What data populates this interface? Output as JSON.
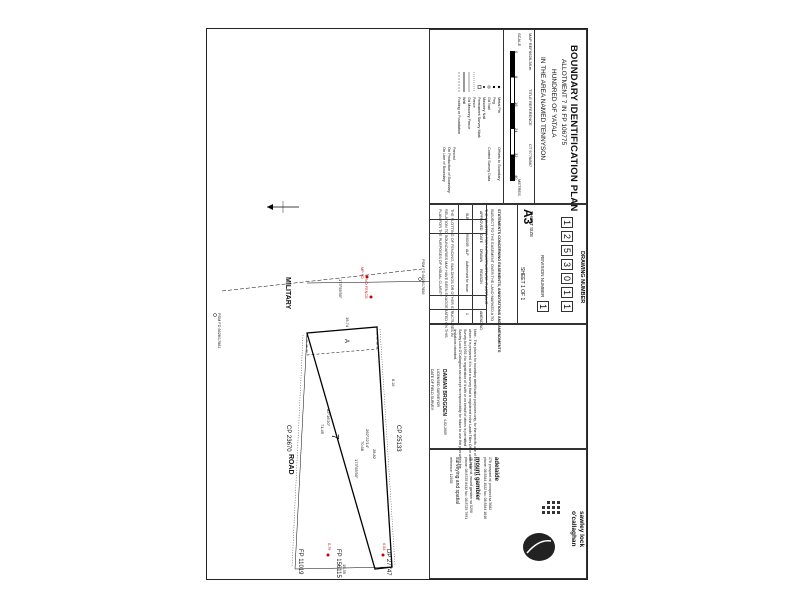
{
  "title": {
    "main": "BOUNDARY IDENTIFICATION PLAN",
    "allotment": "ALLOTMENT 7 IN FP 106775",
    "hundred": "HUNDRED OF YATALA",
    "area": "IN THE AREA NAMED TENNYSON"
  },
  "scale": {
    "map_ref_label": "MAP REF",
    "map_ref": "6628-38-m",
    "title_ref_label": "TITLE REFERENCE",
    "title_ref": "CT 5776/887",
    "scale_label": "SCALE",
    "metres_label": "METRES",
    "ticks": [
      "0",
      "8",
      "16",
      "24",
      "32",
      "40"
    ]
  },
  "legend": [
    "Metal Pin",
    "Peg",
    "Gd Nail",
    "Masonry Nail",
    "Permanent Survey Mark",
    "Fence",
    "Gd Masonry Fence",
    "Wall",
    "Footing or Foundation",
    "Offsets to Boundary",
    "Control Survey Data",
    "Fenced",
    "On Production of Boundary",
    "On Line of Boundary"
  ],
  "statement": {
    "heading": "STATEMENTS CONCERNING EASEMENTS, ANNOTATIONS AND AMENDMENTS",
    "line1": "SUBJECT TO THE EASEMENT OVER THE LAND MARKED A TO",
    "line2": "THE MINISTER FOR INFRASTRUCTURE IT ASTRALIS",
    "plotting1": "THE PLOTTING OF FENCING, BUILDINGS OR OTHER STRUCTURES IN",
    "plotting2": "RELATION TO BOUNDARIES MAY HAVE BEEN EXAGGERATED ON THIS",
    "plotting3": "PLAN FOR THE PURPOSES OF VISUAL CLARITY"
  },
  "amendments": {
    "headers": [
      "AMEND NO.",
      "REASON",
      "DRAWN",
      "DATE",
      "APPROVED"
    ],
    "row": [
      "1",
      "Authorised for issue",
      "ALP",
      "29/03/09",
      "SLB"
    ]
  },
  "drawing": {
    "number_label": "DRAWING NUMBER",
    "digits": [
      "1",
      "2",
      "5",
      "3",
      "0",
      "1",
      "1"
    ],
    "revision_label": "REVISION NUMBER",
    "revision": "1",
    "sheet_size_label": "SHEET SIZE",
    "sheet_size": "A3",
    "sheet_of": "SHEET 1 OF 1"
  },
  "note": {
    "line1": "Note:- This plan is for boundary identification purposes only, for the specific use of the client for",
    "line2": "whom it is prepared. It is not a survey that is registered in the Lands Titles Office under the",
    "line3": "Survey Act 1992. No registration of it with or on behalf of others is permitted",
    "line4": "Sawley Lock O'Callaghan can accept no responsibility for failure to use this plan within the",
    "line5": "limitations intended."
  },
  "surveyor": {
    "name": "DAMIAN BROGDEN",
    "title": "LICENSED SURVEYOR",
    "date_label": "DATE OF FIELD SURVEY:",
    "date": "4-02-2009"
  },
  "company": {
    "adelaide": "adelaide",
    "adl_addr": "178 prospect rd, prospect sa 5082",
    "adl_phone": "phone: 08 8344 1022  fax: 08 8344 1646",
    "mt": "mount gambier",
    "mt_addr": "45 helen st, mount gambier sa 5290",
    "mt_phone": "phone: 08 8725 8432  fax: 08 8725 7991",
    "tag": "surveying and spatial",
    "ref": "reference: 12533",
    "brand1": "sawley lock",
    "brand2": "o'callaghan"
  },
  "plan": {
    "road": "MILITARY",
    "road2": "ROAD",
    "lot": "7",
    "easement": "A",
    "cp_left": "CP 23670",
    "cp_right": "CP 25133",
    "fp_a": "FP 11019",
    "fp_b": "FP 156115",
    "dp": "DP 27747",
    "bearing_n": "82°16'20\"",
    "dist_n": "71.45",
    "bearing_s": "262°22'14\"",
    "dist_s": "70.58",
    "dist_front": "15.74",
    "dist_rear": "15.35",
    "bearing_front": "173°55'50\"",
    "bearing_road": "173°55'50\"",
    "dist_road": "28.82",
    "psm_left": "PSM FD 6628/17881",
    "psm_right": "PSM FD 6628/17856",
    "note_pin": "MP FD",
    "note_nail": "NO FENCE",
    "dim1": "0.79",
    "dim2": "0.53",
    "dim3": "8.16"
  }
}
